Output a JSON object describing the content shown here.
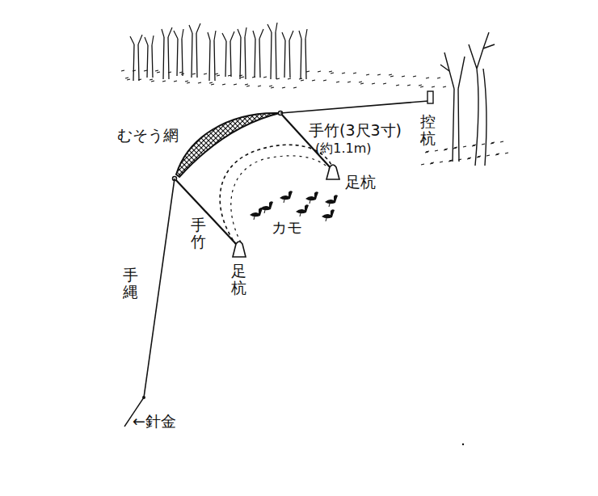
{
  "diagram": {
    "labels": [
      "むそう網",
      "手竹(3尺3寸)",
      "(約1.1m)",
      "控杭",
      "足杭",
      "カモ",
      "手竹",
      "足杭",
      "手縄",
      "←針金"
    ]
  }
}
